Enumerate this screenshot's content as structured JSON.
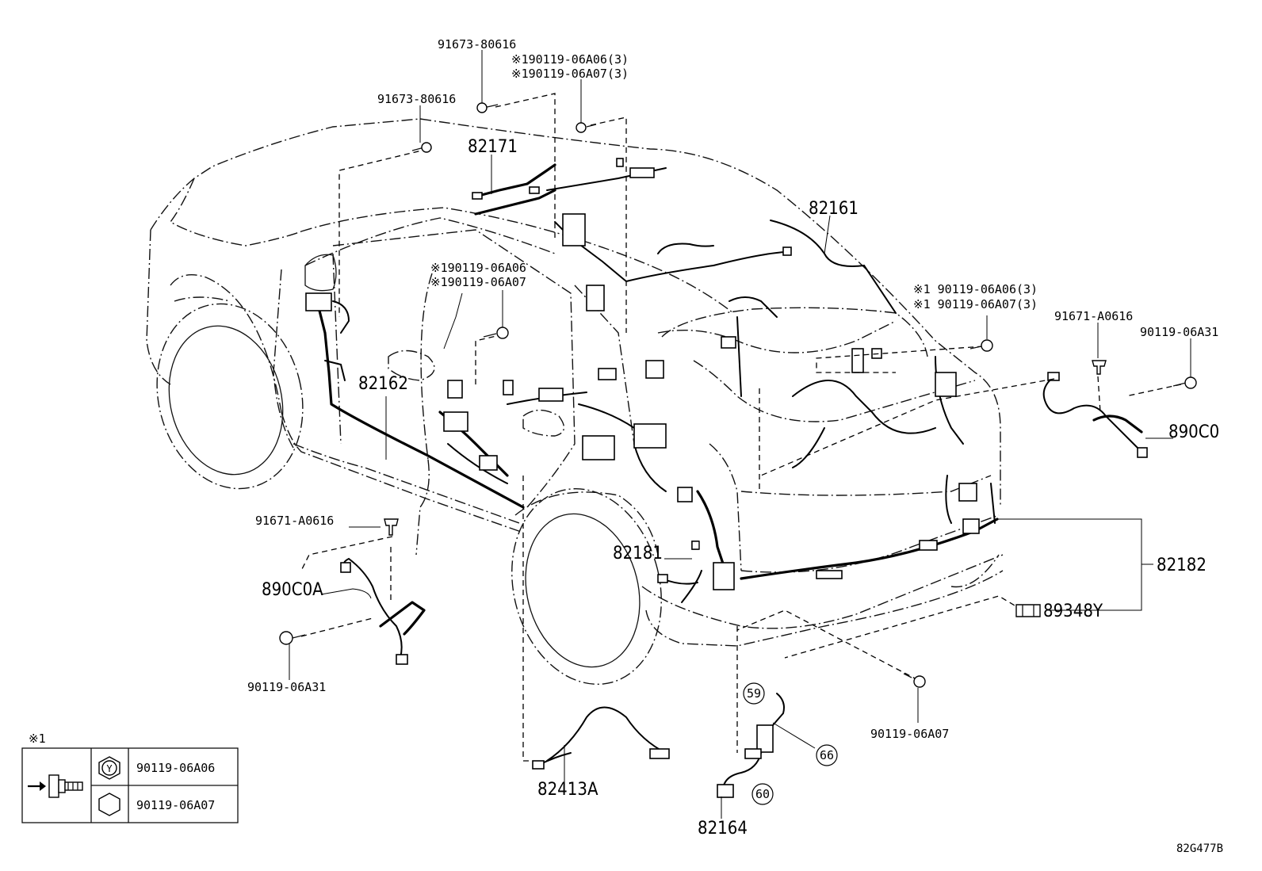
{
  "diagram_id": "82G477B",
  "labels": {
    "p91673_top": "91673-80616",
    "p91673_left": "91673-80616",
    "bolt_note_top_a": "※190119-06A06(3)",
    "bolt_note_top_b": "※190119-06A07(3)",
    "p82171": "82171",
    "p82161": "82161",
    "bolt_note_mid_a": "※190119-06A06",
    "bolt_note_mid_b": "※190119-06A07",
    "bolt_note_right_a": "※1 90119-06A06(3)",
    "bolt_note_right_b": "※1 90119-06A07(3)",
    "p91671_right": "91671-A0616",
    "p90119_a31_right": "90119-06A31",
    "p890c0": "890C0",
    "p82162": "82162",
    "p91671_left": "91671-A0616",
    "p890c0a": "890C0A",
    "p90119_a31_left": "90119-06A31",
    "p82181": "82181",
    "p82182": "82182",
    "p89348y": "89348Y",
    "p90119_a07_bottom": "90119-06A07",
    "p82413a": "82413A",
    "p82164": "82164",
    "ref59": "59",
    "ref60": "60",
    "ref66": "66"
  },
  "legend": {
    "title": "※1",
    "rows": [
      {
        "symbol": "Y",
        "part": "90119-06A06"
      },
      {
        "symbol": "",
        "part": "90119-06A07"
      }
    ]
  }
}
